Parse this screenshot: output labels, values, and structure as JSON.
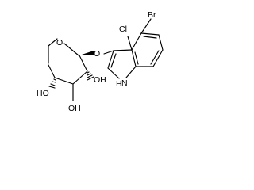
{
  "molecule": {
    "atoms": {
      "ring_oxygen": "O",
      "glycosidic_oxygen": "O",
      "chlorine": "Cl",
      "bromine": "Br",
      "indole_nh": "H",
      "indole_n": "N",
      "hydroxyl_c4": "HO",
      "hydroxyl_c3": "OH",
      "hydroxyl_c2": "OH"
    }
  }
}
